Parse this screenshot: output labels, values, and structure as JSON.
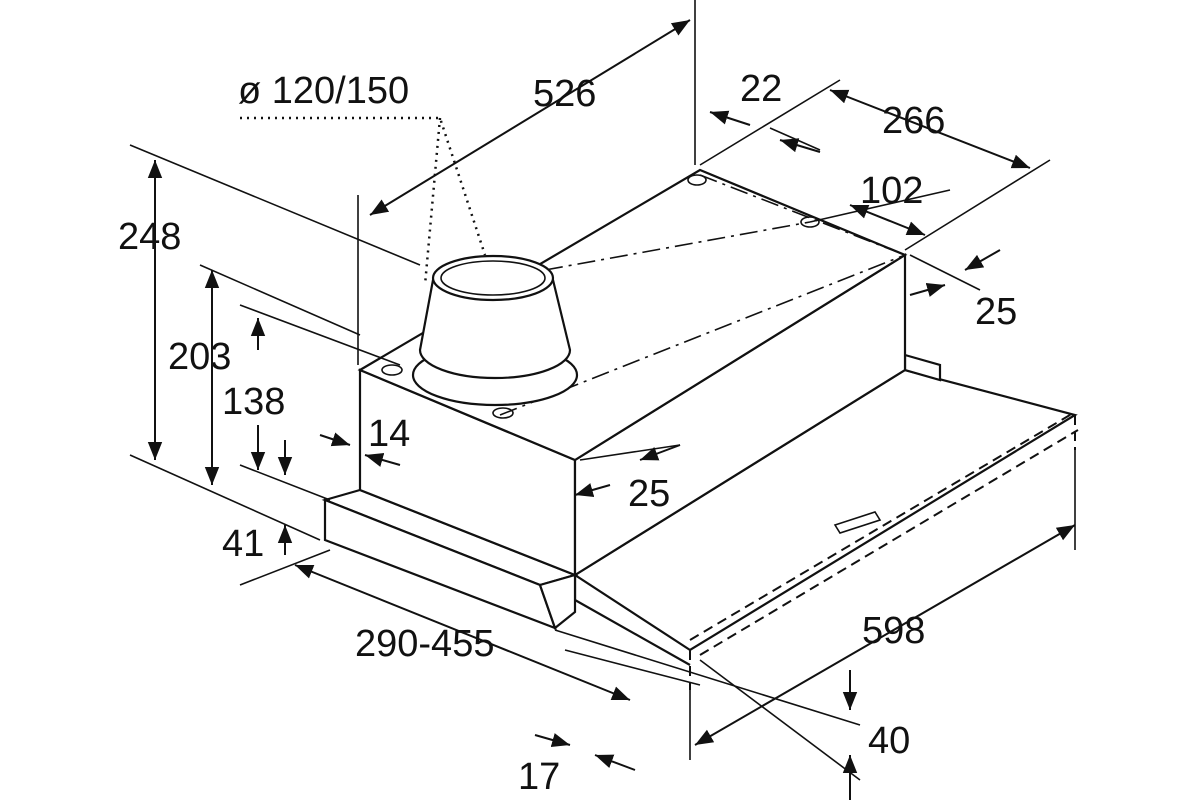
{
  "title": "Telescopic cooker hood dimension drawing",
  "dimensions": {
    "duct_diameter": "ø 120/150",
    "depth_total": "526",
    "rear_offset": "22",
    "mount_spacing": "266",
    "mount_depth": "102",
    "side_offset_right": "25",
    "height_total": "248",
    "height_body": "203",
    "height_inner": "138",
    "front_offset": "14",
    "side_offset_front": "25",
    "panel_height": "41",
    "extension_range": "290-455",
    "width": "598",
    "front_trim_height": "40",
    "front_trim_depth": "17"
  }
}
